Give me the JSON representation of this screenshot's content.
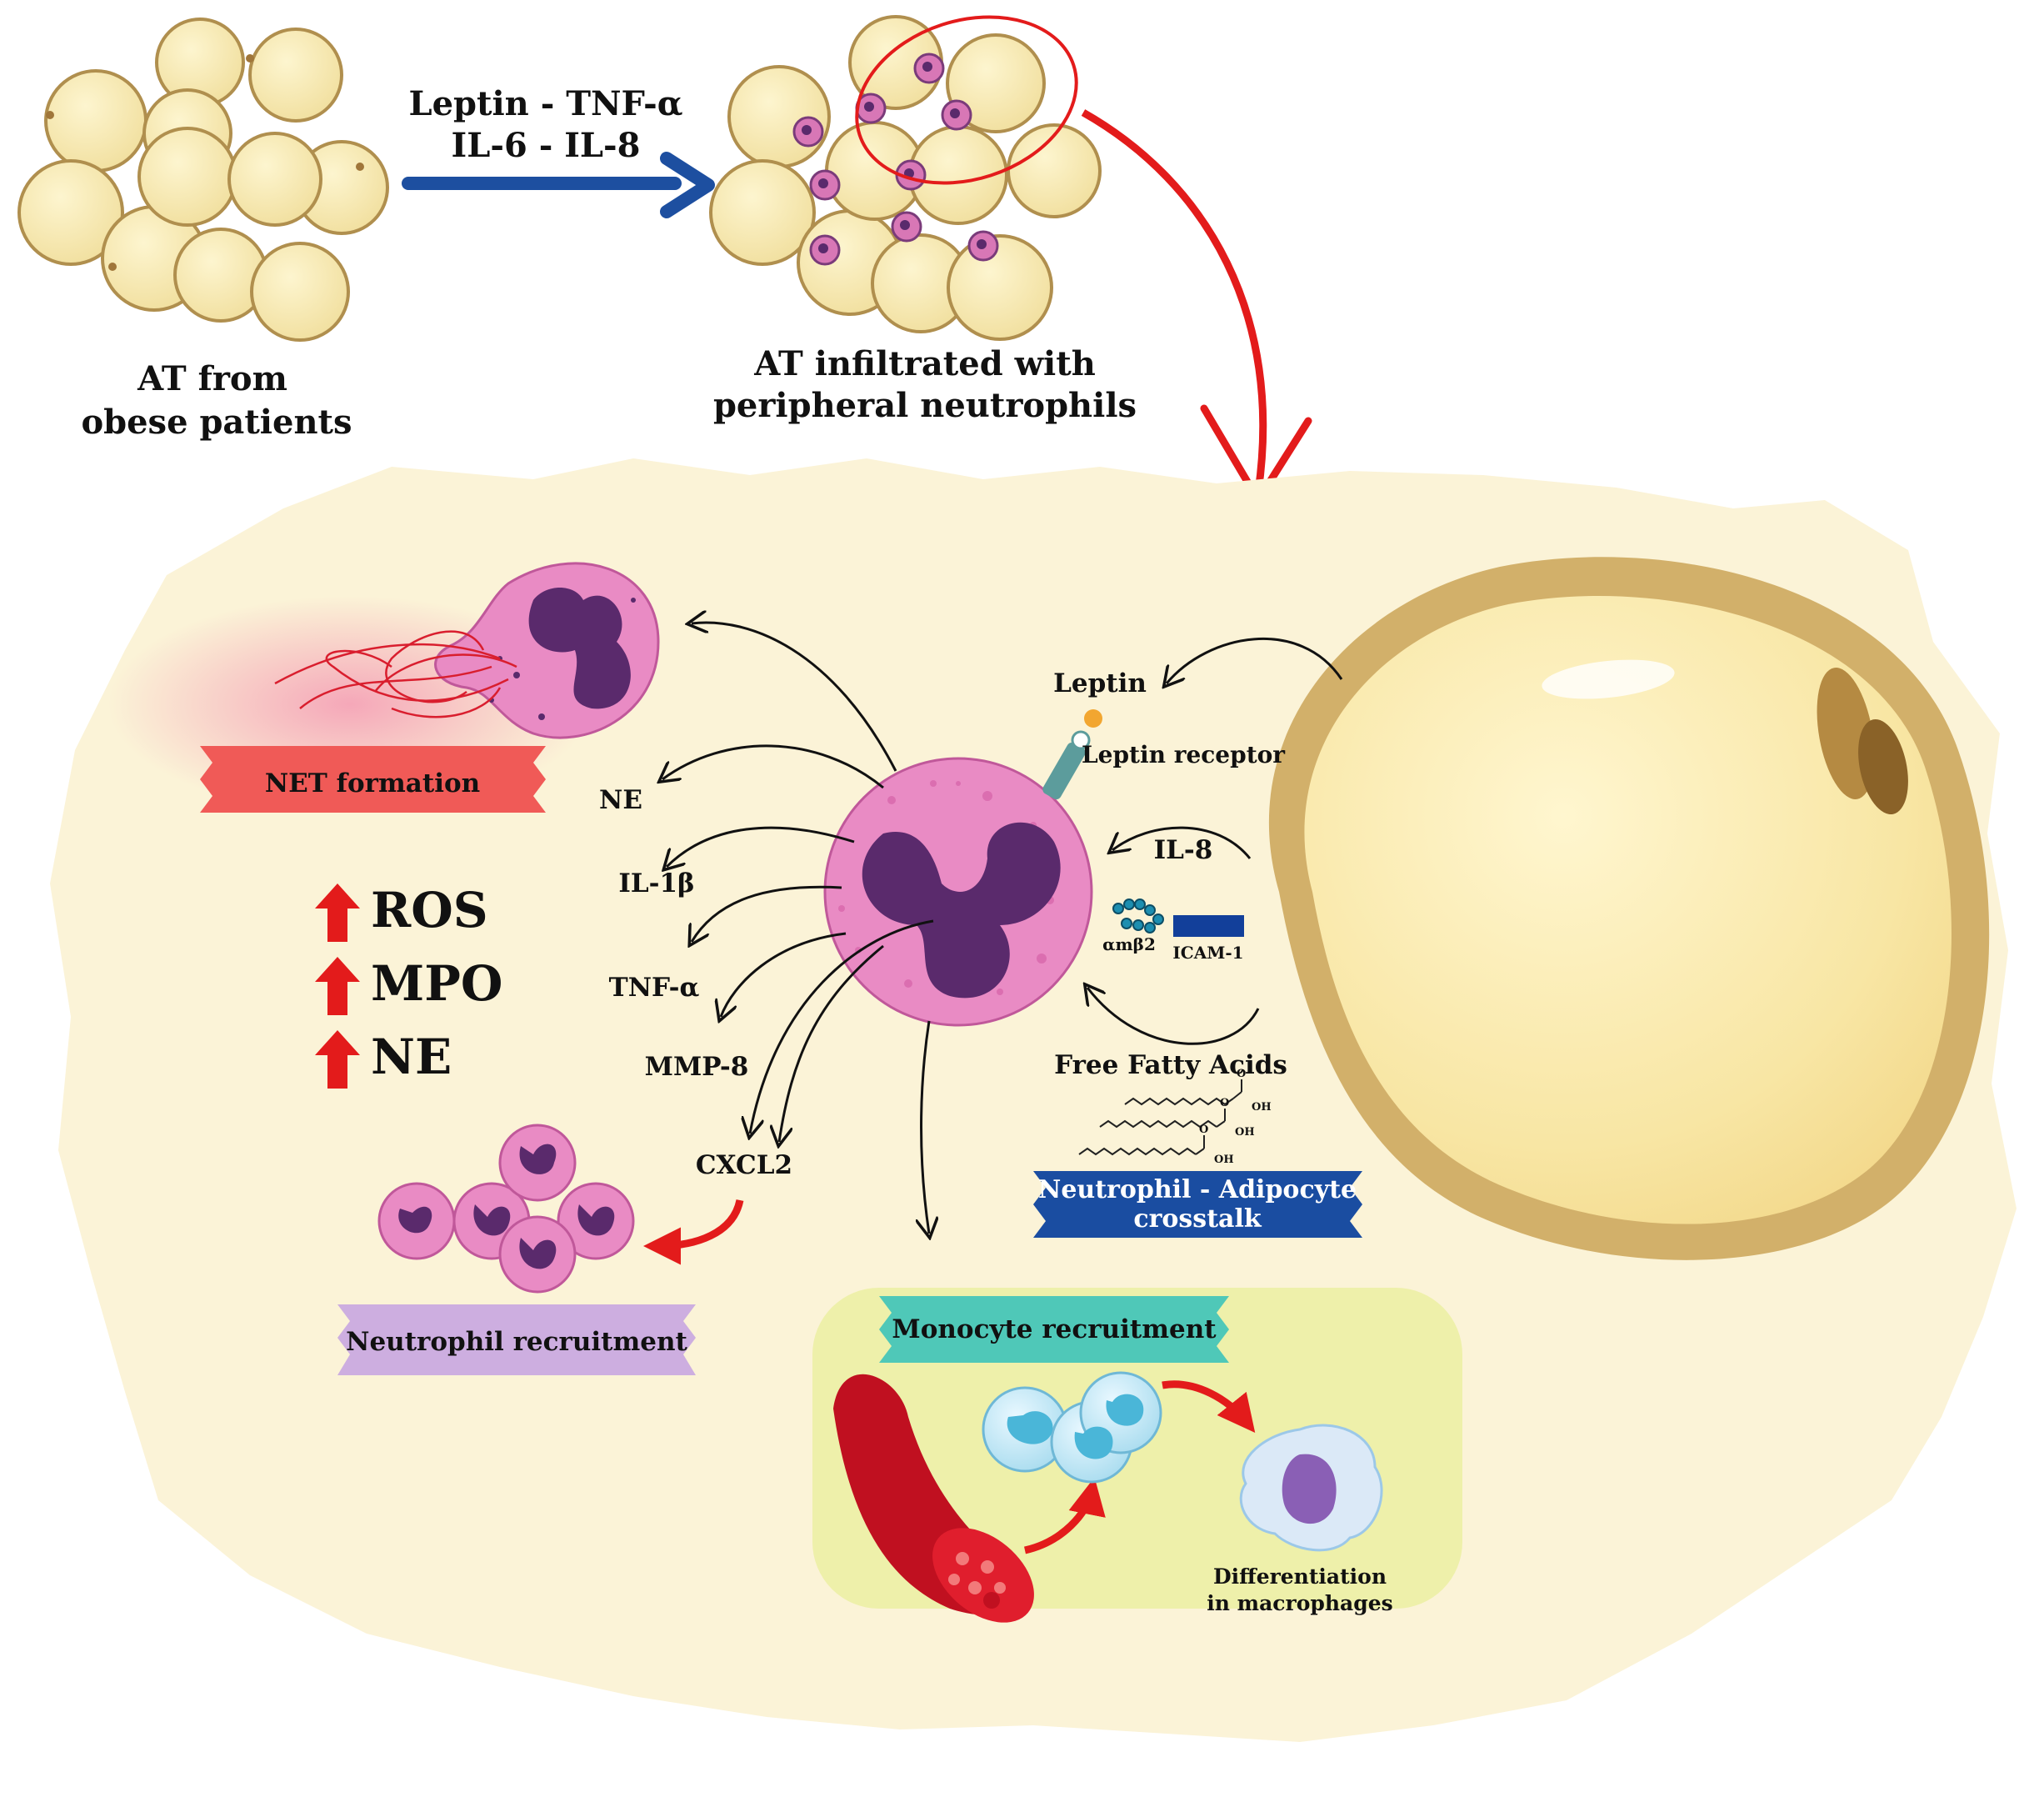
{
  "top": {
    "cytokines_line1": "Leptin - TNF-α",
    "cytokines_line2": "IL-6 - IL-8",
    "at_obese_line1": "AT from",
    "at_obese_line2": "obese patients",
    "at_infiltrated_line1": "AT infiltrated with",
    "at_infiltrated_line2": "peripheral neutrophils"
  },
  "adipocyte_signals": {
    "leptin": "Leptin",
    "leptin_receptor": "Leptin receptor",
    "il8": "IL-8",
    "integrin": "αmβ2",
    "icam": "ICAM-1",
    "ffa": "Free Fatty Acids",
    "ffa_oh": "OH",
    "ffa_o": "O"
  },
  "mediators": [
    "NE",
    "IL-1β",
    "TNF-α",
    "MMP-8",
    "CXCL2"
  ],
  "markers": [
    "ROS",
    "MPO",
    "NE"
  ],
  "banners": {
    "net": "NET formation",
    "crosstalk_line1": "Neutrophil - Adipocyte",
    "crosstalk_line2": "crosstalk",
    "neutrophil_recruitment": "Neutrophil recruitment",
    "monocyte_recruitment": "Monocyte recruitment"
  },
  "macrophage_label_line1": "Differentiation",
  "macrophage_label_line2": "in macrophages",
  "colors": {
    "background_panel": "#fbf3d7",
    "adipocyte_fill": "#f6e7ad",
    "adipocyte_border": "#cda962",
    "neutrophil_cytoplasm": "#e57fbc",
    "neutrophil_nucleus": "#5a2a6c",
    "blue_arrow": "#1d4fa0",
    "red_arrow": "#e31b1b",
    "net_banner": "#f05a57",
    "crosstalk_banner": "#1a4da1",
    "neutrophil_banner": "#cdaee0",
    "monocyte_banner": "#4fc8b8",
    "monocyte_panel": "#eef0aa"
  }
}
